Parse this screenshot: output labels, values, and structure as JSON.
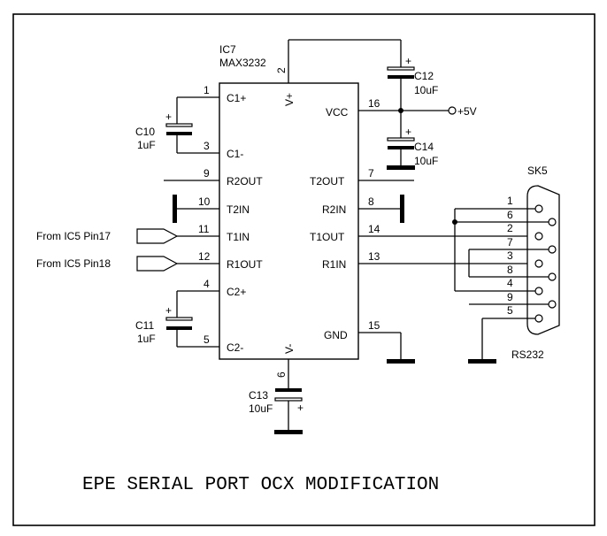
{
  "ic": {
    "ref": "IC7",
    "part": "MAX3232"
  },
  "left_pins": [
    {
      "num": "1",
      "name": "C1+"
    },
    {
      "num": "3",
      "name": "C1-"
    },
    {
      "num": "9",
      "name": "R2OUT"
    },
    {
      "num": "10",
      "name": "T2IN"
    },
    {
      "num": "11",
      "name": "T1IN"
    },
    {
      "num": "12",
      "name": "R1OUT"
    },
    {
      "num": "4",
      "name": "C2+"
    },
    {
      "num": "5",
      "name": "C2-"
    }
  ],
  "right_pins": [
    {
      "num": "16",
      "name": "VCC"
    },
    {
      "num": "7",
      "name": "T2OUT"
    },
    {
      "num": "8",
      "name": "R2IN"
    },
    {
      "num": "14",
      "name": "T1OUT"
    },
    {
      "num": "13",
      "name": "R1IN"
    },
    {
      "num": "15",
      "name": "GND"
    }
  ],
  "top_pin": {
    "num": "2",
    "name": "V+"
  },
  "bottom_pin": {
    "num": "6",
    "name": "V-"
  },
  "capacitors": {
    "c10": {
      "ref": "C10",
      "value": "1uF",
      "polarity": "+"
    },
    "c11": {
      "ref": "C11",
      "value": "1uF",
      "polarity": "+"
    },
    "c12": {
      "ref": "C12",
      "value": "10uF",
      "polarity": "+"
    },
    "c13": {
      "ref": "C13",
      "value": "10uF",
      "polarity": "+"
    },
    "c14": {
      "ref": "C14",
      "value": "10uF",
      "polarity": "+"
    }
  },
  "supply": {
    "label": "+5V"
  },
  "inputs": [
    "From IC5 Pin17",
    "From IC5 Pin18"
  ],
  "connector": {
    "ref": "SK5",
    "type": "RS232",
    "pin_labels": [
      "1",
      "6",
      "2",
      "7",
      "3",
      "8",
      "4",
      "9",
      "5"
    ]
  },
  "caption": "EPE SERIAL PORT OCX MODIFICATION"
}
